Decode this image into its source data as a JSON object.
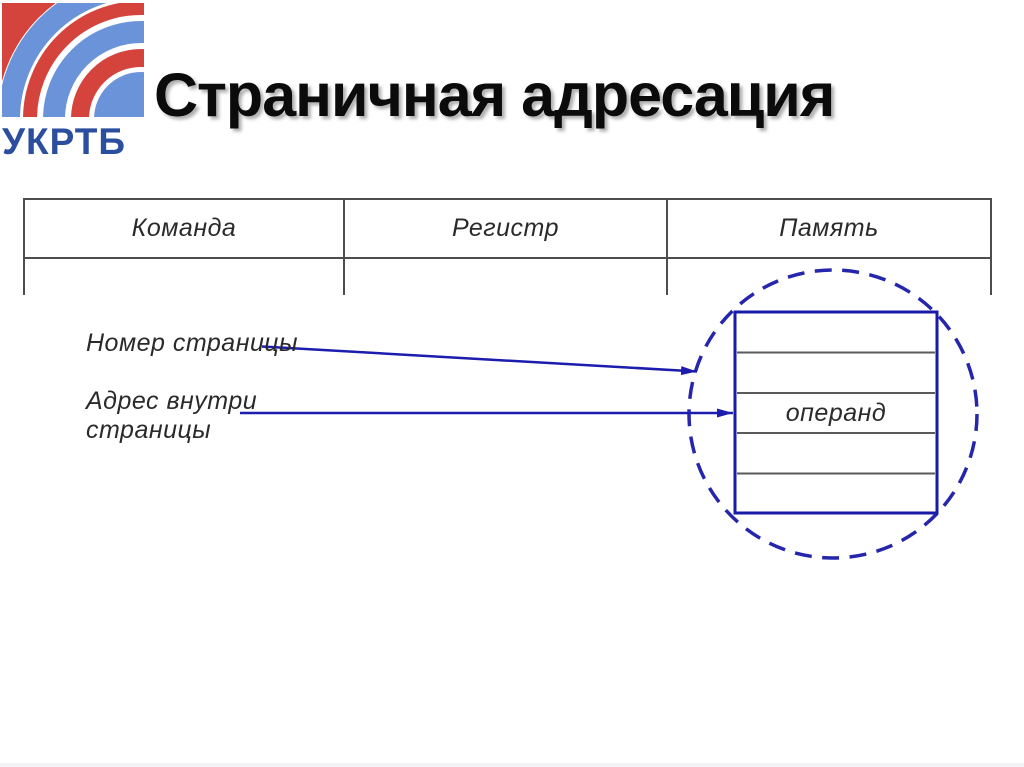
{
  "slide": {
    "title": "Страничная адресация",
    "background": "#ffffff"
  },
  "logo": {
    "text": "УКРТБ",
    "arc_red": "#d5433d",
    "arc_blue": "#6b93d9",
    "text_blue": "#2b4f9e"
  },
  "table": {
    "columns": [
      "Команда",
      "Регистр",
      "Память"
    ]
  },
  "diagram": {
    "page_number_label": "Номер страницы",
    "address_label": "Адрес внутри\nстраницы",
    "operand_label": "операнд",
    "accent_blue": "#1c1cae",
    "dashed_circle_blue": "#2626ad",
    "table_line_gray": "#4d4d4d",
    "row_line_gray": "#5a5a5a"
  }
}
